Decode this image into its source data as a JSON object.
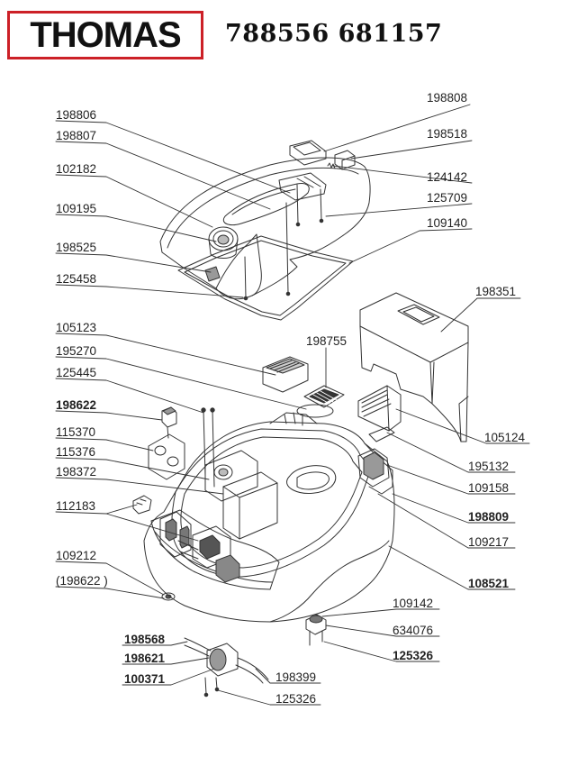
{
  "header": {
    "brand": "THOMAS",
    "document_number": "788556 681157"
  },
  "colors": {
    "brand_red": "#cc2027",
    "line": "#333333",
    "label_text": "#222222"
  },
  "part_labels": [
    {
      "id": "l198808",
      "text": "198808"
    },
    {
      "id": "l198806",
      "text": "198806"
    },
    {
      "id": "l198807",
      "text": "198807"
    },
    {
      "id": "l198518",
      "text": "198518"
    },
    {
      "id": "l102182",
      "text": "102182"
    },
    {
      "id": "l124142",
      "text": "124142"
    },
    {
      "id": "l125709",
      "text": "125709"
    },
    {
      "id": "l109195",
      "text": "109195"
    },
    {
      "id": "l109140",
      "text": "109140"
    },
    {
      "id": "l198525",
      "text": "198525"
    },
    {
      "id": "l125458",
      "text": "125458"
    },
    {
      "id": "l198351",
      "text": "198351"
    },
    {
      "id": "l105123",
      "text": "105123"
    },
    {
      "id": "l198755",
      "text": "198755"
    },
    {
      "id": "l195270",
      "text": "195270"
    },
    {
      "id": "l125445",
      "text": "125445"
    },
    {
      "id": "l198622",
      "text": "198622"
    },
    {
      "id": "l115370",
      "text": "115370"
    },
    {
      "id": "l105124",
      "text": "105124"
    },
    {
      "id": "l115376",
      "text": "115376"
    },
    {
      "id": "l195132",
      "text": "195132"
    },
    {
      "id": "l198372",
      "text": "198372"
    },
    {
      "id": "l109158",
      "text": "109158"
    },
    {
      "id": "l112183",
      "text": "112183"
    },
    {
      "id": "l198809",
      "text": "198809"
    },
    {
      "id": "l109217",
      "text": "109217"
    },
    {
      "id": "l109212",
      "text": "109212"
    },
    {
      "id": "l108521",
      "text": "108521"
    },
    {
      "id": "l198622b",
      "text": "(198622 )"
    },
    {
      "id": "l109142",
      "text": "109142"
    },
    {
      "id": "l634076",
      "text": "634076"
    },
    {
      "id": "l198568",
      "text": "198568"
    },
    {
      "id": "l125326a",
      "text": "125326"
    },
    {
      "id": "l198621",
      "text": "198621"
    },
    {
      "id": "l100371",
      "text": "100371"
    },
    {
      "id": "l198399",
      "text": "198399"
    },
    {
      "id": "l125326b",
      "text": "125326"
    }
  ]
}
